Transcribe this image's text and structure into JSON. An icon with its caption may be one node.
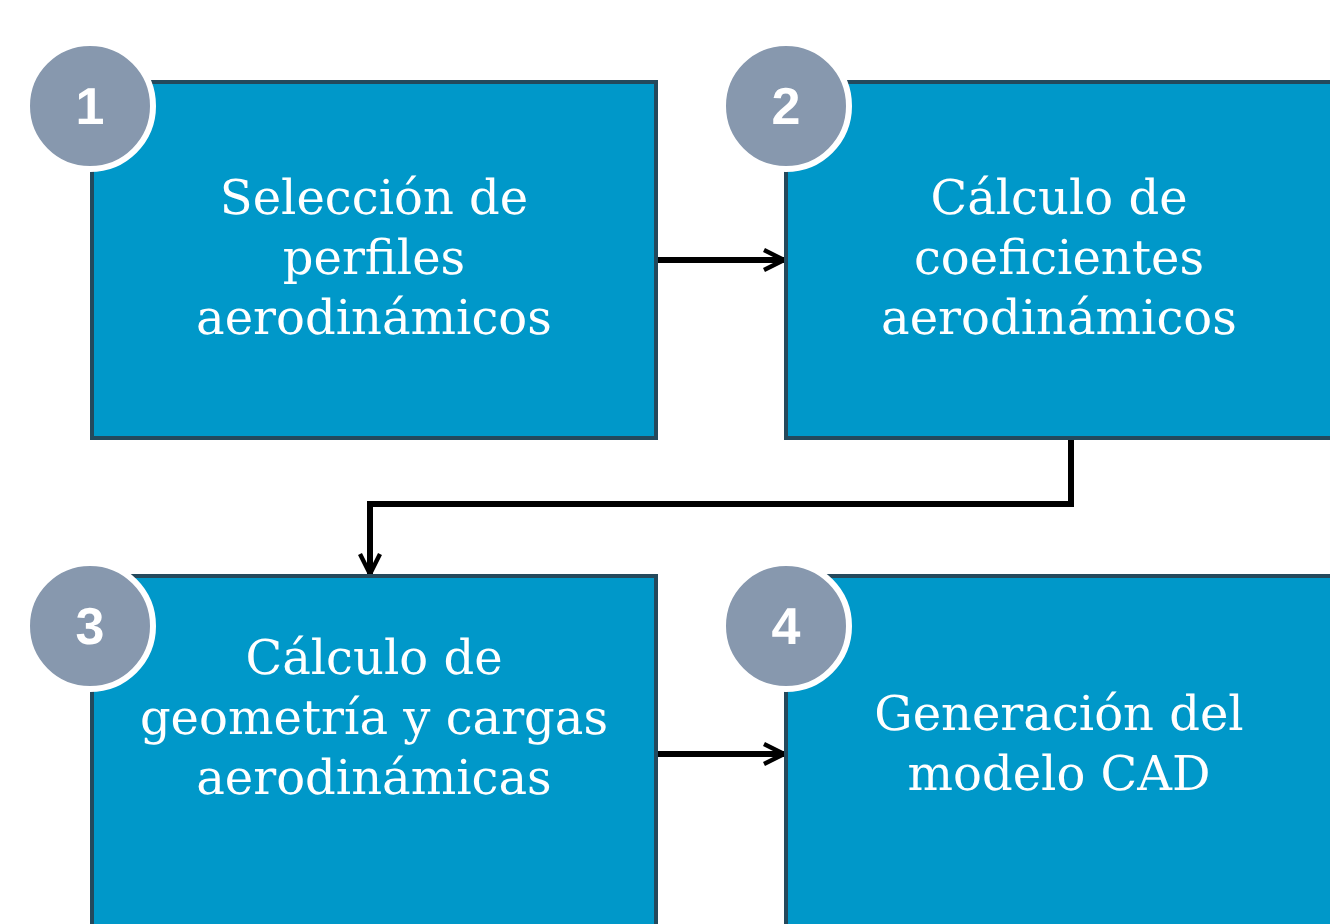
{
  "diagram": {
    "nodes": [
      {
        "text": [
          "1"
        ]
      },
      {
        "text": [
          "Selección de perfiles aerodinámicos"
        ]
      },
      {
        "text": [
          "2"
        ]
      },
      {
        "text": [
          "Cálculo de coeficientes aerodinámicos"
        ]
      },
      {
        "text": [
          "3"
        ]
      },
      {
        "text": [
          "Cálculo de geometría y cargas aerodinámicas"
        ]
      },
      {
        "text": [
          "4"
        ]
      },
      {
        "text": [
          "Generación del modelo CAD"
        ]
      }
    ],
    "edges": [
      {
        "from": 1,
        "to": 3,
        "arrow": "to"
      },
      {
        "from": 3,
        "to": 5,
        "arrow": "to"
      },
      {
        "from": 5,
        "to": 7,
        "arrow": "to"
      }
    ]
  }
}
